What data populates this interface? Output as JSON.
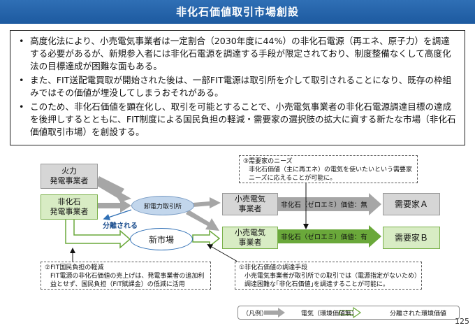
{
  "title": "非化石価値取引市場創設",
  "bullets": [
    "高度化法により、小売電気事業者は一定割合（2030年度に44%）の非化石電源（再エネ、原子力）を調達する必要があるが、新規参入者には非化石電源を調達する手段が限定されており、制度整備なくして高度化法の目標達成が困難な面もある。",
    "また、FIT送配電買取が開始された後は、一部FIT電源は取引所を介して取引されることになり、既存の枠組みではその価値が埋没してしまうおそれがある。",
    "このため、非化石価値を顕在化し、取引を可能とすることで、小売電気事業者の非化石電源調達目標の達成を後押しするとともに、FIT制度による国民負担の軽減・需要家の選択肢の拡大に資する新たな市場（非化石価値取引市場）を創設する。"
  ],
  "diagram": {
    "thermal": "火力\n発電事業者",
    "nonfossil": "非化石\n発電事業者",
    "exchange": "卸電力取引所",
    "new_market": "新市場",
    "separated_label": "分離される",
    "retailer_a": "小売電気\n事業者",
    "retailer_b": "小売電気\n事業者",
    "arrow_a_label": "非化石（ゼロエミ）価値：無",
    "arrow_b_label": "非化石（ゼロエミ）価値：有",
    "consumer_a": "需要家Ａ",
    "consumer_b": "需要家Ｂ",
    "note3_title": "③需要家のニーズ",
    "note3_body": "非化石価値（主に再エネ）の電気を使いたいという需要家ニーズに応えることが可能に。",
    "note2_title": "②FIT国民負担の軽減",
    "note2_body": "FIT電源の非化石価値の売上げは、発電事業者の追加利益とせず、国民負担（FIT賦課金）の低減に活用",
    "note1_title": "①非化石価値の調達手段",
    "note1_body": "小売電気事業者が取引所での取引では（電源指定がないため）調達困難な｢非化石価値｣を調達することが可能に。"
  },
  "legend": {
    "label": "（凡例）",
    "electricity": "電気（環境価値無）",
    "separated_value": "分離された環境価値"
  },
  "page_number": "125",
  "colors": {
    "title_bg": "#1d5aa0",
    "gray_arrow": "#a6a6a6",
    "green": "#6aa83a",
    "green_light": "#d8ecc4",
    "blue": "#2f6fb5"
  }
}
